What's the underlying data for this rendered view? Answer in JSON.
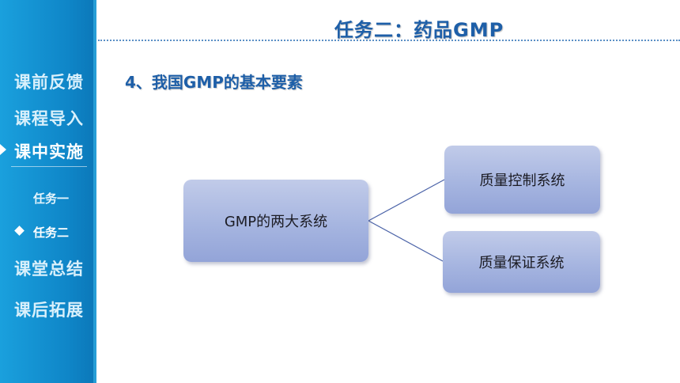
{
  "header": {
    "title": "任务二：药品GMP"
  },
  "sidebar": {
    "items": [
      {
        "label": "课前反馈"
      },
      {
        "label": "课程导入"
      },
      {
        "label": "课中实施",
        "active": true
      },
      {
        "label": "课堂总结"
      },
      {
        "label": "课后拓展"
      }
    ],
    "sub_items": [
      {
        "label": "任务一"
      },
      {
        "label": "任务二",
        "current": true
      }
    ]
  },
  "content": {
    "heading": "4、我国GMP的基本要素",
    "diagram": {
      "root": "GMP的两大系统",
      "children": [
        "质量控制系统",
        "质量保证系统"
      ]
    }
  },
  "colors": {
    "sidebar": "#1393d2",
    "title": "#1e5fa8",
    "box": "#a6b5e0",
    "connector": "#4b63a8"
  }
}
